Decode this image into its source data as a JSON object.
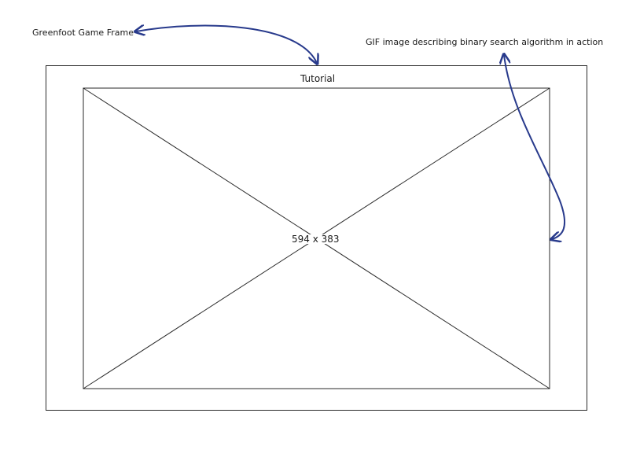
{
  "annotations": {
    "greenfoot_frame": "Greenfoot Game Frame",
    "gif_description": "GIF image describing binary search algorithm in action"
  },
  "frame": {
    "title": "Tutorial"
  },
  "image_placeholder": {
    "size_label": "594 x 383"
  },
  "colors": {
    "arrow": "#283a8c",
    "line": "#2a2a2a"
  }
}
